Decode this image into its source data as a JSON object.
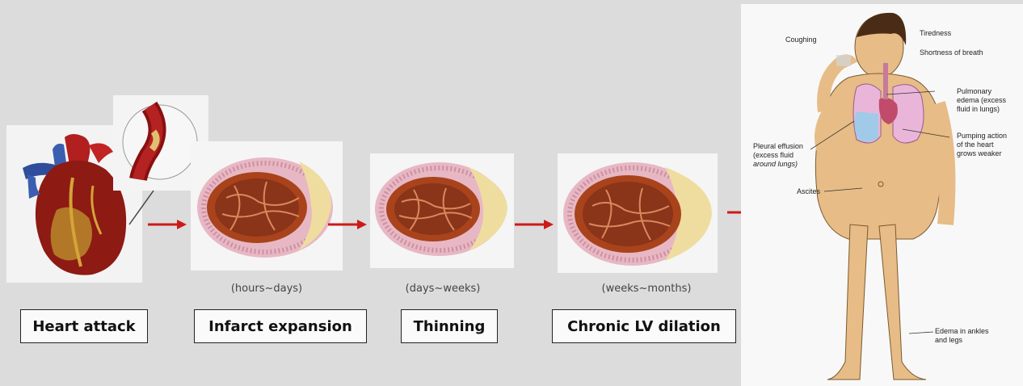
{
  "stages": [
    {
      "label": "Heart attack",
      "duration": ""
    },
    {
      "label": "Infarct expansion",
      "duration": "(hours~days)"
    },
    {
      "label": "Thinning",
      "duration": "(days~weeks)"
    },
    {
      "label": "Chronic LV dilation",
      "duration": "(weeks~months)"
    }
  ],
  "symptoms": {
    "coughing": "Coughing",
    "tiredness": "Tiredness",
    "shortness": "Shortness of breath",
    "pulmonary_1": "Pulmonary",
    "pulmonary_2": "edema (excess",
    "pulmonary_3": "fluid in lungs)",
    "pumping_1": "Pumping action",
    "pumping_2": "of the heart",
    "pumping_3": "grows weaker",
    "pleural_1": "Pleural effusion",
    "pleural_2": "(excess fluid",
    "pleural_3": "around lungs)",
    "ascites": "Ascites",
    "edema_1": "Edema in ankles",
    "edema_2": "and legs"
  },
  "colors": {
    "arrow": "#cc1a1a",
    "background": "#dcdcdc",
    "skin": "#e7bc86"
  }
}
